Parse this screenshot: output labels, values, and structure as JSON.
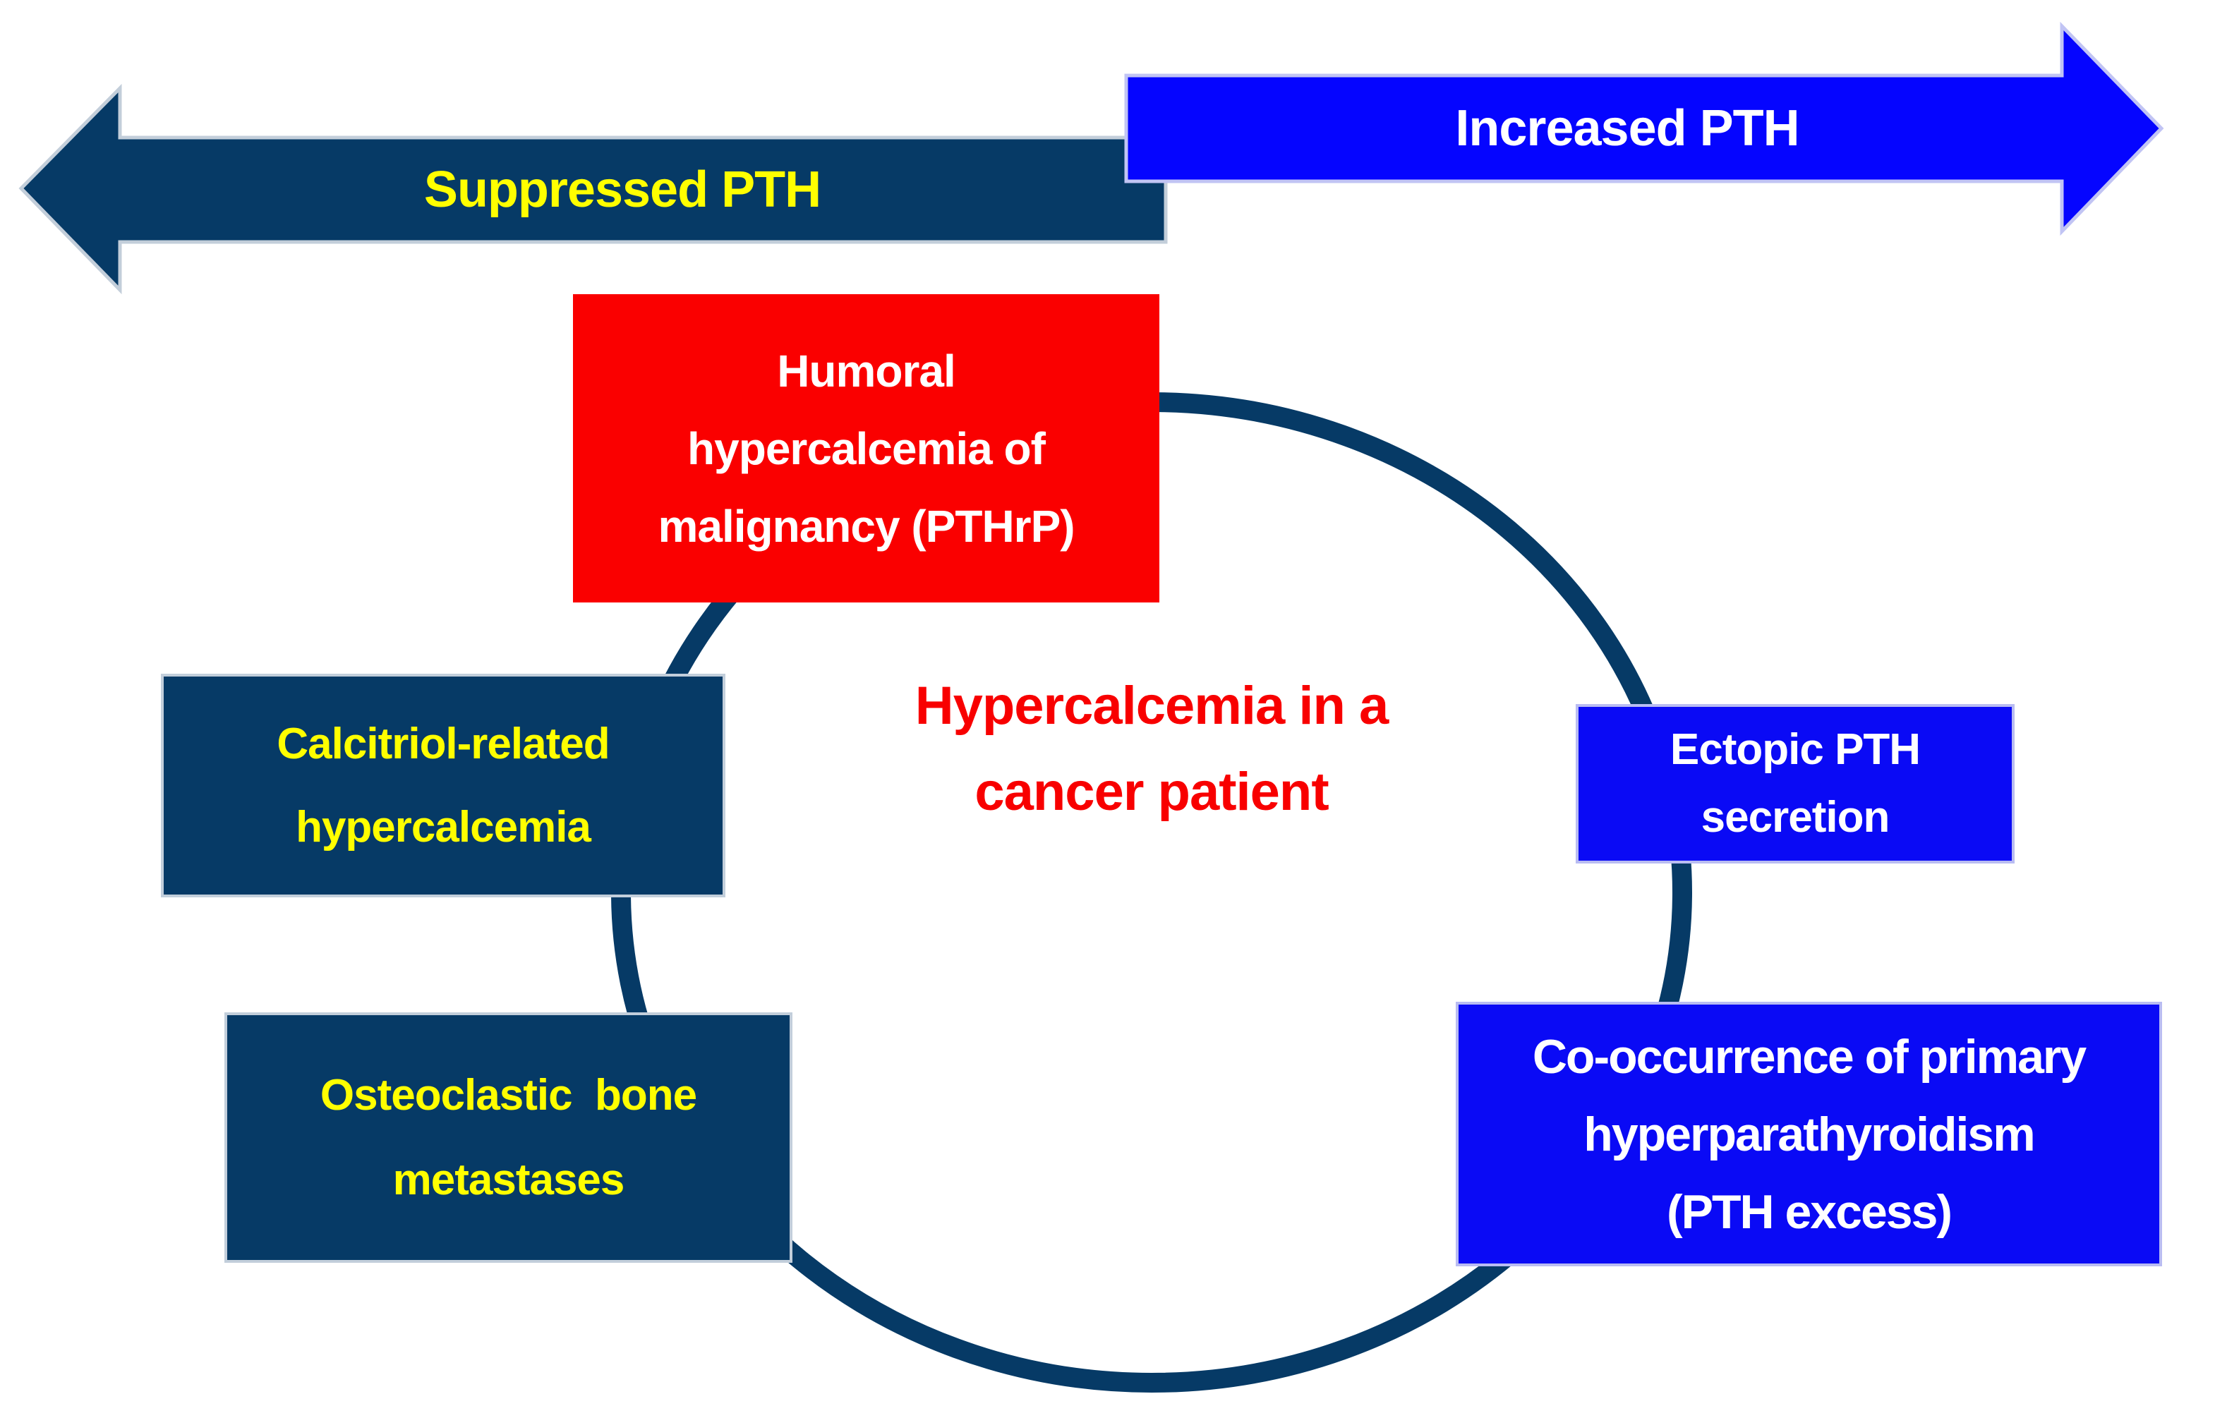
{
  "diagram": {
    "center_caption": {
      "lines": [
        "Hypercalcemia in a",
        "cancer patient"
      ],
      "color": "#f80000"
    },
    "arrows": {
      "left": {
        "label": "Suppressed PTH",
        "direction": "left",
        "fill_color": "#063a66",
        "text_color": "#ffff00"
      },
      "right": {
        "label": "Increased PTH",
        "direction": "right",
        "fill_color": "#0505ff",
        "text_color": "#ffffff"
      }
    },
    "boxes": {
      "humoral": {
        "lines": [
          "Humoral",
          "hypercalcemia of",
          "malignancy (PTHrP)"
        ],
        "fill_color": "#fa0000",
        "text_color": "#ffffff"
      },
      "calcitriol": {
        "lines": [
          "Calcitriol-related",
          "hypercalcemia"
        ],
        "fill_color": "#063a66",
        "text_color": "#ffff00"
      },
      "osteoclastic": {
        "lines": [
          "Osteoclastic  bone",
          "metastases"
        ],
        "fill_color": "#063a66",
        "text_color": "#ffff00"
      },
      "ectopic": {
        "lines": [
          "Ectopic PTH",
          "secretion"
        ],
        "fill_color": "#0a0af5",
        "text_color": "#ffffff"
      },
      "cooccurrence": {
        "lines": [
          "Co-occurrence of primary",
          "hyperparathyroidism",
          "(PTH excess)"
        ],
        "fill_color": "#0a0af5",
        "text_color": "#ffffff"
      }
    },
    "circle": {
      "stroke_color": "#063a66"
    },
    "palette": {
      "navy": "#063a66",
      "blue": "#0505ff",
      "red": "#fa0000",
      "yellow": "#ffff00",
      "white": "#ffffff"
    }
  }
}
